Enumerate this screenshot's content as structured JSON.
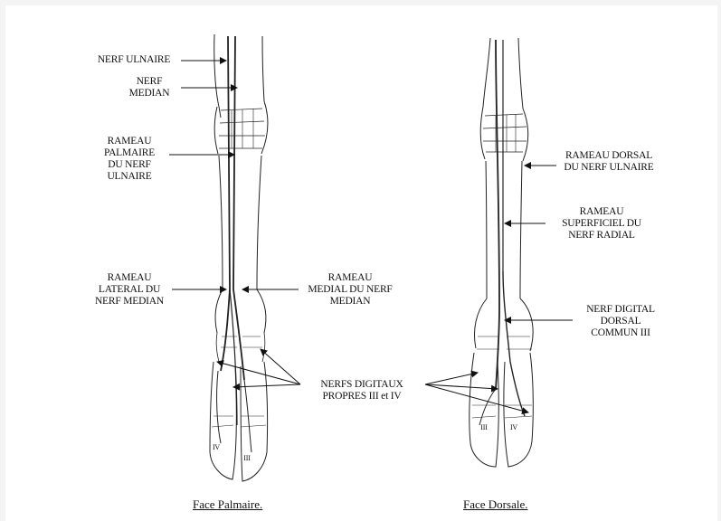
{
  "labels": {
    "nerf_ulnaire": "NERF ULNAIRE",
    "nerf_median": "NERF\nMEDIAN",
    "rameau_palmaire": "RAMEAU\nPALMAIRE\nDU NERF\nULNAIRE",
    "rameau_lateral": "RAMEAU\nLATERAL DU\nNERF MEDIAN",
    "rameau_medial": "RAMEAU\nMEDIAL DU NERF\nMEDIAN",
    "nerfs_digitaux": "NERFS DIGITAUX\nPROPRES III et IV",
    "rameau_dorsal": "RAMEAU DORSAL\nDU NERF ULNAIRE",
    "rameau_superficiel": "RAMEAU\nSUPERFICIEL DU\nNERF RADIAL",
    "nerf_digital_dorsal": "NERF DIGITAL\nDORSAL\nCOMMUN III"
  },
  "digit_marks": {
    "palmar_left": "IV",
    "palmar_right": "III",
    "dorsal_left": "III",
    "dorsal_right": "IV"
  },
  "captions": {
    "palmar": "Face Palmaire.",
    "dorsal": "Face Dorsale."
  },
  "colors": {
    "ink": "#111111",
    "page": "#ffffff",
    "margin": "#f4f4f4"
  }
}
